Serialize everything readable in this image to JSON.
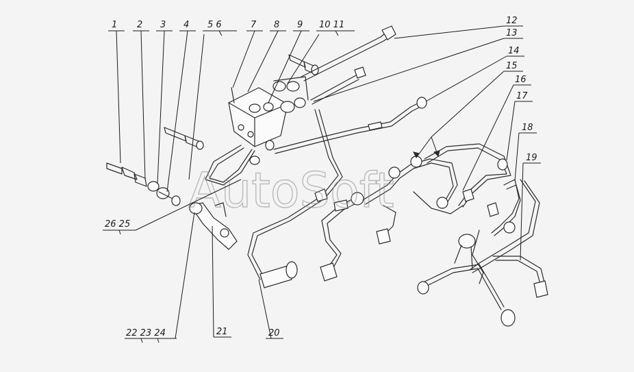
{
  "diagram": {
    "watermark": "AutoSoft",
    "callouts": {
      "c1": "1",
      "c2": "2",
      "c3": "3",
      "c4": "4",
      "c5_6": "5 6",
      "c7": "7",
      "c8": "8",
      "c9": "9",
      "c10_11": "10 11",
      "c12": "12",
      "c13": "13",
      "c14": "14",
      "c15": "15",
      "c16": "16",
      "c17": "17",
      "c18": "18",
      "c19": "19",
      "c20": "20",
      "c21": "21",
      "c22_24": "22 23 24",
      "c26_25": "26 25"
    }
  }
}
